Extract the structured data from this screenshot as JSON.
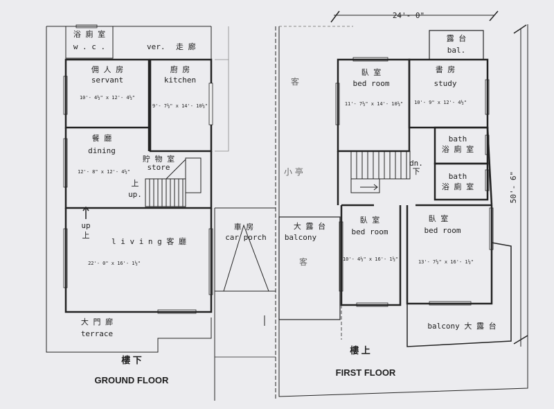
{
  "ground_floor": {
    "wc": {
      "cn": "浴 廁 室",
      "en": "w . c ."
    },
    "verandah": {
      "en": "ver.",
      "cn": "走 廊"
    },
    "servant": {
      "cn": "佣 人 房",
      "en": "servant",
      "dim": "10'- 4½\" x 12'- 4½\""
    },
    "kitchen": {
      "cn": "廚 房",
      "en": "kitchen",
      "dim": "9'- 7½\" x 14'- 10½\""
    },
    "dining": {
      "cn": "餐 廳",
      "en": "dining",
      "dim": "12'- 8\" x 12'- 4½\""
    },
    "store": {
      "cn": "貯 物 室",
      "en": "store"
    },
    "stair_up": {
      "cn": "上",
      "en": "up."
    },
    "living_up": {
      "en": "up",
      "cn": "上"
    },
    "living": {
      "text": "l i v i n g  客  廳",
      "dim": "22'- 0\" x 16'- 1½\""
    },
    "terrace": {
      "cn": "大 門 廊",
      "en": "terrace"
    },
    "title_cn": "樓 下",
    "title_en": "GROUND FLOOR"
  },
  "car_porch": {
    "cn": "車 房",
    "en": "car  porch"
  },
  "first_floor": {
    "top_dim": "24'- 0\"",
    "side_dim": "50'- 6\"",
    "bal": {
      "cn": "露 台",
      "en": "bal."
    },
    "bed1": {
      "cn": "臥 室",
      "en": "bed  room",
      "dim": "11'- 7½\" x 14'- 10½\""
    },
    "study": {
      "cn": "書 房",
      "en": "study",
      "dim": "10'- 9\" x 12'- 4½\""
    },
    "bath1": {
      "en": "bath",
      "cn": "浴 廁 室"
    },
    "bath2": {
      "en": "bath",
      "cn": "浴 廁 室"
    },
    "stair_dn": {
      "en": "dn.",
      "cn": "下"
    },
    "bed2": {
      "cn": "臥 室",
      "en": "bed room",
      "dim": "10'- 4½\" x 16'- 1½\""
    },
    "bed3": {
      "cn": "臥 室",
      "en": "bed  room",
      "dim": "13'- 7½\" x 16'- 1½\""
    },
    "balcony_big": {
      "cn": "大 露 台",
      "en": "balcony"
    },
    "balcony_front": "balcony 大 露 台",
    "title_cn": "樓 上",
    "title_en": "FIRST FLOOR"
  },
  "handwriting": {
    "left_top": "客",
    "mid": "小 亭",
    "balcony": "客"
  }
}
